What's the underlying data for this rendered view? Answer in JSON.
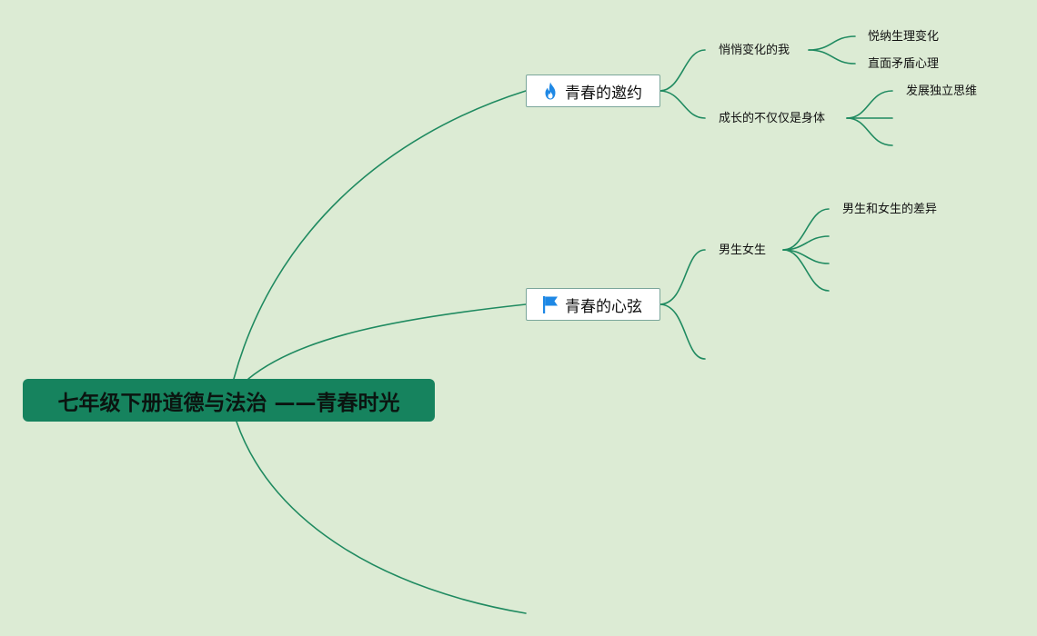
{
  "root": {
    "title": "七年级下册道德与法治 ——青春时光"
  },
  "branches": [
    {
      "label": "青春的邀约",
      "icon": "fire-icon",
      "icon_color": "#1e88e5",
      "children": [
        {
          "label": "悄悄变化的我",
          "children": [
            "悦纳生理变化",
            "直面矛盾心理"
          ]
        },
        {
          "label": "成长的不仅仅是身体",
          "children": [
            "发展独立思维",
            "",
            ""
          ]
        }
      ]
    },
    {
      "label": "青春的心弦",
      "icon": "flag-icon",
      "icon_color": "#1e88e5",
      "children": [
        {
          "label": "男生女生",
          "children": [
            "男生和女生的差异",
            "",
            "",
            ""
          ]
        },
        {
          "label": "",
          "children": []
        }
      ]
    },
    {
      "label": "",
      "icon": "",
      "children": []
    }
  ],
  "colors": {
    "background": "#dcebd4",
    "connector": "#1f8a60",
    "root_fill": "#16835e"
  }
}
